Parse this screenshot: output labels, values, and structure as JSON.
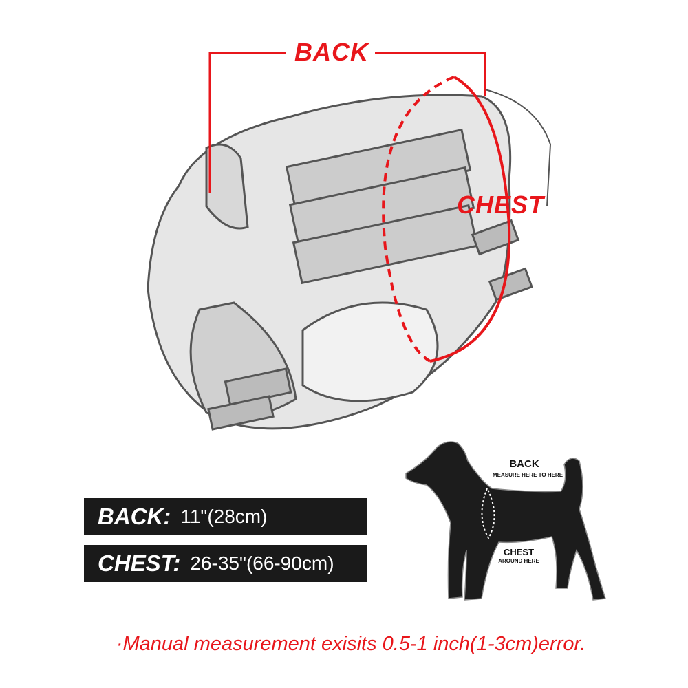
{
  "harness_labels": {
    "back": "BACK",
    "chest": "CHEST"
  },
  "measurements": [
    {
      "key": "BACK:",
      "value": "11\"(28cm)"
    },
    {
      "key": "CHEST:",
      "value": "26-35\"(66-90cm)"
    }
  ],
  "dog_diagram": {
    "back": "BACK",
    "back_sub": "MEASURE HERE TO HERE",
    "chest": "CHEST",
    "chest_sub": "AROUND HERE"
  },
  "note": "·Manual measurement exisits 0.5-1 inch(1-3cm)error.",
  "colors": {
    "accent": "#e8161b",
    "bar": "#1a1a1a"
  }
}
